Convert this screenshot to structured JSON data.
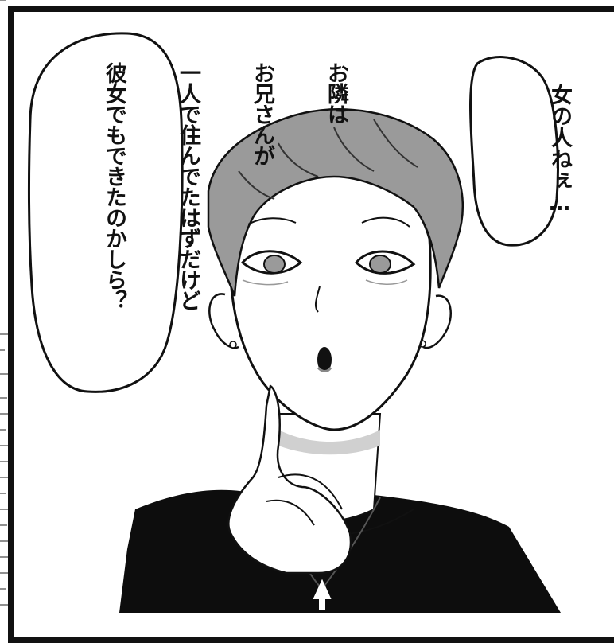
{
  "bubbles": {
    "left": {
      "lines": [
        "お隣は",
        "お兄さんが",
        "一人で住んでたはずだけど",
        "彼女でもできたのかしら？"
      ]
    },
    "right": {
      "lines": [
        "女の人ねぇ…"
      ]
    }
  },
  "colors": {
    "ink": "#111111",
    "skin": "#ffffff",
    "hair": "#9a9a9a",
    "shadow": "#c8c8c8",
    "shirt": "#0d0d0d"
  }
}
